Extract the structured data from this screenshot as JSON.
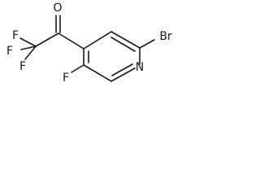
{
  "structure": {
    "atoms": {
      "oxygen": "O",
      "fluorine_top": "F",
      "fluorine_left": "F",
      "fluorine_bottom": "F",
      "fluorine_ring": "F",
      "bromine": "Br",
      "nitrogen": "N"
    }
  }
}
